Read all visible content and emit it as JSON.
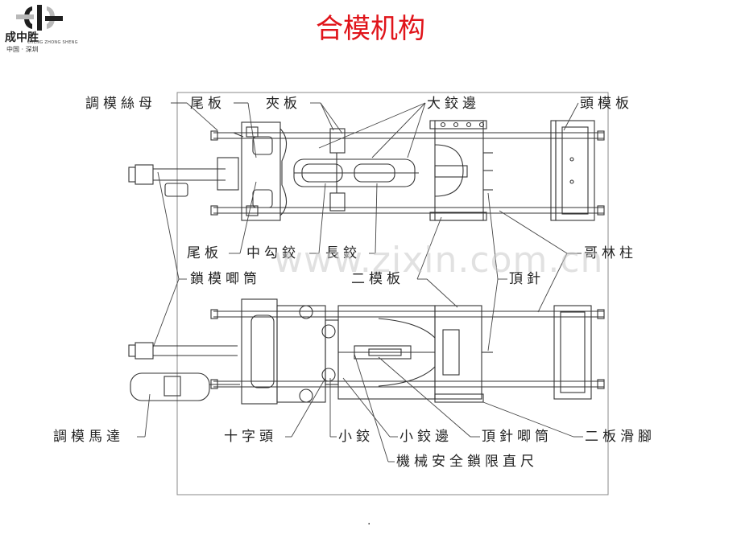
{
  "logo": {
    "name": "成中胜",
    "pinyin": "CHENG ZHONG SHENG",
    "location": "中国 · 深圳",
    "colors": {
      "dark": "#1f1f1f",
      "light": "#b9b9b9"
    }
  },
  "title": "合模机构",
  "title_color": "#e0141a",
  "watermark": "www.zixin.com.cn",
  "labels": {
    "tiaomo_simu": "調模絲母",
    "weiban_top": "尾板",
    "jiaban": "夾板",
    "dajiaobian": "大鉸邊",
    "toumoban": "頭模板",
    "weiban_mid": "尾板",
    "zhonggoujiao": "中勾鉸",
    "changjiao": "長鉸",
    "gelinzhu": "哥林柱",
    "suomo_yougang": "鎖模唧筒",
    "ermoban": "二模板",
    "dingzhen": "頂針",
    "tiaomo_mada": "調模馬達",
    "shizitou": "十字頭",
    "xiaojiao": "小鉸",
    "xiaojiaobian": "小鉸邊",
    "dingzhen_yougang": "頂針唧筒",
    "erban_huajiao": "二板滑腳",
    "jixie_anquan": "機械安全鎖限直尺"
  },
  "footer_dot": "."
}
